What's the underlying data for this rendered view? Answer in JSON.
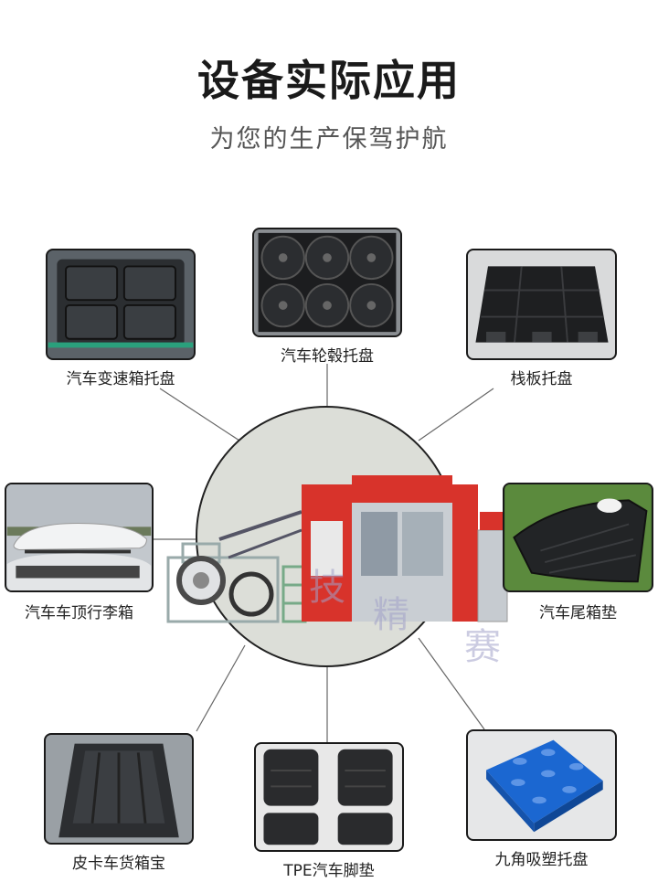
{
  "header": {
    "title": "设备实际应用",
    "subtitle": "为您的生产保驾护航"
  },
  "watermark": [
    "技",
    "精",
    "赛"
  ],
  "products": [
    {
      "label": "汽车变速箱托盘",
      "icon": "transmission-tray-image"
    },
    {
      "label": "汽车轮毂托盘",
      "icon": "wheel-hub-tray-image"
    },
    {
      "label": "栈板托盘",
      "icon": "pallet-tray-image"
    },
    {
      "label": "汽车车顶行李箱",
      "icon": "roof-box-image"
    },
    {
      "label": "汽车尾箱垫",
      "icon": "trunk-mat-image"
    },
    {
      "label": "皮卡车货箱宝",
      "icon": "pickup-bedliner-image"
    },
    {
      "label": "TPE汽车脚垫",
      "icon": "floor-mat-image"
    },
    {
      "label": "九角吸塑托盘",
      "icon": "nine-leg-pallet-image"
    }
  ],
  "colors": {
    "machine_red": "#d8332b",
    "pallet_blue": "#1b67d1",
    "hub_bg": "#dcded8"
  }
}
